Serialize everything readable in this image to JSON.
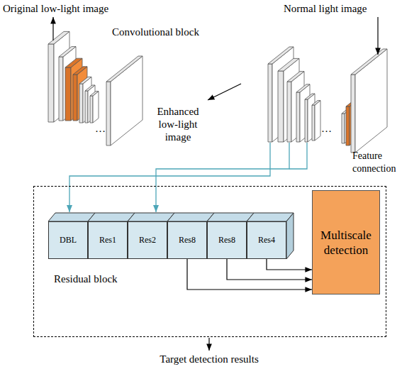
{
  "diagram": {
    "nodes": [
      {
        "text": [
          "Residual block"
        ]
      },
      {
        "text": [
          "DBL"
        ],
        "in": 0
      },
      {
        "text": [
          "Res1"
        ],
        "in": 0
      },
      {
        "text": [
          "Res2"
        ],
        "in": 0
      },
      {
        "text": [
          "Res8"
        ],
        "in": 0
      },
      {
        "text": [
          "Res8"
        ],
        "in": 0
      },
      {
        "text": [
          "Res4"
        ],
        "in": 0
      },
      {
        "text": [
          "Multiscale detection"
        ],
        "in": 0
      }
    ],
    "edges": [
      {
        "from": 4,
        "to": 7,
        "arrow": "to"
      },
      {
        "from": 5,
        "to": 7,
        "arrow": "to"
      },
      {
        "from": 6,
        "to": 7,
        "arrow": "to"
      }
    ],
    "labels": [
      "Original low-light image",
      "Normal light image",
      "Convolutional block",
      "Enhanced low-light image",
      "…",
      "…",
      "Feature connection",
      "Target detection results"
    ]
  }
}
